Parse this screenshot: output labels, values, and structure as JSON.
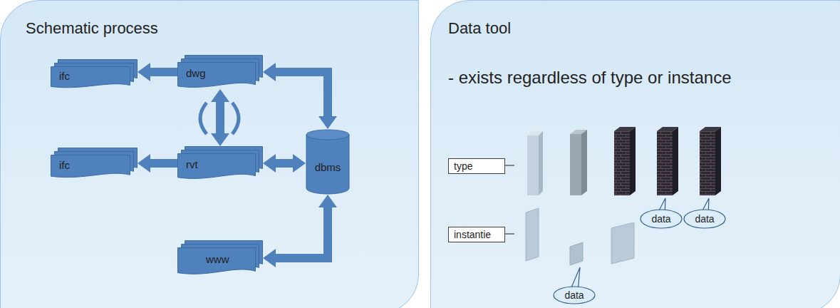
{
  "diagram": {
    "nodes": [
      {
        "text": [
          "Schematic process"
        ]
      },
      {
        "text": [
          "ifc"
        ],
        "in": 0
      },
      {
        "text": [
          "dwg"
        ],
        "in": 0
      },
      {
        "text": [
          "ifc"
        ],
        "in": 0
      },
      {
        "text": [
          "rvt"
        ],
        "in": 0
      },
      {
        "text": [
          "dbms"
        ],
        "in": 0
      },
      {
        "text": [
          "www"
        ],
        "in": 0
      },
      {
        "text": [
          "Data tool",
          "- exists regardless of type or instance"
        ]
      },
      {
        "text": [
          "type"
        ],
        "in": 7
      },
      {
        "text": [
          "data"
        ],
        "in": 7
      },
      {
        "text": [
          "data"
        ],
        "in": 7
      },
      {
        "text": [
          "instantie"
        ],
        "in": 7
      },
      {
        "text": [
          "data"
        ],
        "in": 7
      }
    ],
    "edges": [
      {
        "from": 2,
        "to": 1,
        "arrow": "to"
      },
      {
        "from": 2,
        "to": 4,
        "arrow": "both"
      },
      {
        "from": 2,
        "to": 5,
        "arrow": "both"
      },
      {
        "from": 4,
        "to": 3,
        "arrow": "to"
      },
      {
        "from": 4,
        "to": 5,
        "arrow": "both"
      },
      {
        "from": 6,
        "to": 5,
        "arrow": "both"
      }
    ]
  }
}
